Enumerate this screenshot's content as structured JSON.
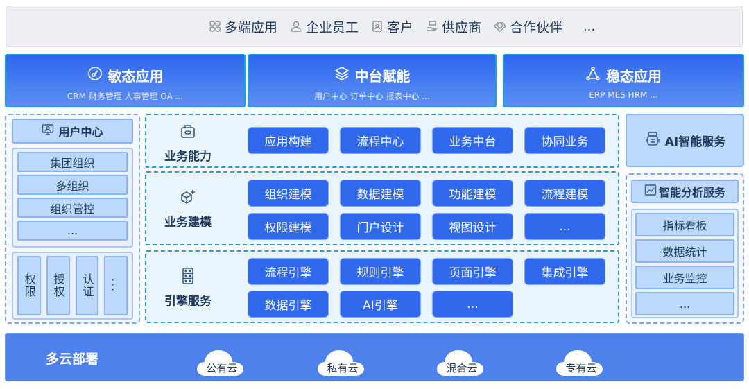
{
  "channels": {
    "items": [
      {
        "icon": "multi-device-icon",
        "label": "多端应用"
      },
      {
        "icon": "user-icon",
        "label": "企业员工"
      },
      {
        "icon": "contact-card-icon",
        "label": "客户"
      },
      {
        "icon": "hand-box-icon",
        "label": "供应商"
      },
      {
        "icon": "handshake-icon",
        "label": "合作伙伴"
      }
    ],
    "more": "..."
  },
  "apps": [
    {
      "icon": "gauge-icon",
      "title": "敏态应用",
      "subtitle": "CRM  财务管理  人事管理  OA ..."
    },
    {
      "icon": "layers-icon",
      "title": "中台赋能",
      "subtitle": "用户中心  订单中心  报表中心 ..."
    },
    {
      "icon": "triangle-nodes-icon",
      "title": "稳态应用",
      "subtitle": "ERP MES HRM ..."
    }
  ],
  "user_center": {
    "title": "用户中心",
    "items": [
      "集团组织",
      "多组织",
      "组织管控",
      "..."
    ],
    "vertical_items": [
      "权限",
      "授权",
      "认证",
      "..."
    ]
  },
  "sections": [
    {
      "label": "业务能力",
      "icon": "toolbox-icon",
      "buttons": [
        "应用构建",
        "流程中心",
        "业务中台",
        "协同业务"
      ]
    },
    {
      "label": "业务建模",
      "icon": "cube-plus-icon",
      "buttons": [
        "组织建模",
        "数据建模",
        "功能建模",
        "流程建模",
        "权限建模",
        "门户设计",
        "视图设计",
        "..."
      ]
    },
    {
      "label": "引擎服务",
      "icon": "server-icon",
      "buttons": [
        "流程引擎",
        "规则引擎",
        "页面引擎",
        "集成引擎",
        "数据引擎",
        "AI引擎",
        "..."
      ]
    }
  ],
  "ai_service": {
    "title": "AI智能服务",
    "icon": "robot-icon"
  },
  "analysis": {
    "title": "智能分析服务",
    "icon": "chart-icon",
    "items": [
      "指标看板",
      "数据统计",
      "业务监控",
      "..."
    ]
  },
  "deploy": {
    "title": "多云部署",
    "clouds": [
      "公有云",
      "私有云",
      "混合云",
      "专有云"
    ]
  },
  "colors": {
    "primary_blue": "#2f68ea",
    "deploy_blue": "#4f81ea",
    "light_blue": "#bcd9fb",
    "section_bg": "#e9f4fd",
    "dash_border": "#2e9bd0",
    "text_dark": "#1f3a5a"
  }
}
